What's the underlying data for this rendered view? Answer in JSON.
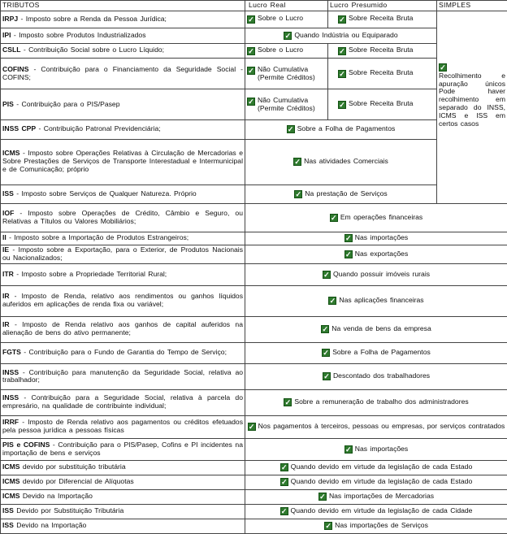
{
  "header": {
    "tributos": "TRIBUTOS",
    "lucro_real": "Lucro Real",
    "lucro_presumido": "Lucro Presumido",
    "simples": "SIMPLES"
  },
  "simples_note": "Recolhimento e apuração únicos Pode haver recolhimento em separado do INSS, ICMS e ISS em certos casos",
  "check_glyph": "✓",
  "rows": [
    {
      "code": "IRPJ",
      "desc": " - Imposto sobre a Renda da Pessoa Jurídica;",
      "real": "Sobre o Lucro",
      "presumido": "Sobre Receita Bruta"
    },
    {
      "code": "IPI",
      "desc": " - Imposto sobre Produtos Industrializados",
      "both": "Quando Indústria ou Equiparado"
    },
    {
      "code": "CSLL",
      "desc": " - Contribuição Social sobre o Lucro Líquido;",
      "real": "Sobre o Lucro",
      "presumido": "Sobre Receita Bruta"
    },
    {
      "code": "COFINS",
      "desc": " - Contribuição para o Financiamento da Seguridade Social - COFINS;",
      "real": "Não Cumulativa (Permite Créditos)",
      "presumido": "Sobre Receita Bruta"
    },
    {
      "code": "PIS",
      "desc": " - Contribuição para o PIS/Pasep",
      "real": "Não Cumulativa (Permite Créditos)",
      "presumido": "Sobre Receita Bruta"
    },
    {
      "code": "INSS CPP",
      "desc": " - Contribuição Patronal Previdenciária;",
      "both": "Sobre a Folha de Pagamentos"
    },
    {
      "code": "ICMS",
      "desc": " - Imposto sobre Operações Relativas à Circulação de Mercadorias e Sobre Prestações de Serviços de Transporte Interestadual e Intermunicipal e de Comunicação; próprio",
      "both": "Nas atividades Comerciais"
    },
    {
      "code": "ISS",
      "desc": " - Imposto sobre Serviços de Qualquer Natureza. Próprio",
      "both": "Na prestação de Serviços"
    },
    {
      "code": "IOF",
      "desc": " - Imposto sobre Operações de Crédito, Câmbio e Seguro, ou Relativas a Títulos ou Valores Mobiliários;",
      "all": "Em operações financeiras"
    },
    {
      "code": "II",
      "desc": " - Imposto sobre a Importação de Produtos Estrangeiros;",
      "all": "Nas importações"
    },
    {
      "code": "IE",
      "desc": " - Imposto sobre a Exportação, para o Exterior, de Produtos Nacionais ou Nacionalizados;",
      "all": "Nas exportações"
    },
    {
      "code": "ITR",
      "desc": " - Imposto sobre a Propriedade Territorial Rural;",
      "all": "Quando possuir imóveis rurais"
    },
    {
      "code": "IR",
      "desc": " - Imposto de Renda, relativo aos rendimentos ou ganhos líquidos auferidos em aplicações de renda fixa ou variável;",
      "all": "Nas aplicações financeiras"
    },
    {
      "code": "IR",
      "desc": " - Imposto de Renda relativo aos ganhos de capital auferidos na alienação de bens do ativo permanente;",
      "all": "Na venda de bens da empresa"
    },
    {
      "code": "FGTS",
      "desc": " - Contribuição para o Fundo de Garantia do Tempo de Serviço;",
      "all": "Sobre a Folha de Pagamentos"
    },
    {
      "code": "INSS",
      "desc": " - Contribuição para manutenção da Seguridade Social, relativa ao trabalhador;",
      "all": "Descontado dos trabalhadores"
    },
    {
      "code": "INSS",
      "desc": " - Contribuição para a Seguridade Social, relativa à parcela do empresário, na qualidade de contribuinte individual;",
      "all": "Sobre a remuneração de trabalho dos administradores"
    },
    {
      "code": "IRRF",
      "desc": " - Imposto de Renda relativo aos pagamentos ou créditos efetuados pela pessoa jurídica a pessoas físicas",
      "all": "Nos pagamentos à terceiros, pessoas ou empresas, por serviços contratados"
    },
    {
      "code": "PIS e COFINS",
      "desc": " - Contribuição para o PIS/Pasep, Cofins e PI incidentes na importação de bens e serviços",
      "all": "Nas importações"
    },
    {
      "code": "ICMS",
      "desc": " devido por substituição tributária",
      "all": "Quando devido em virtude da legislação de cada Estado"
    },
    {
      "code": "ICMS",
      "desc": " devido por Diferencial de Alíquotas",
      "all": "Quando devido em virtude da legislação de cada Estado"
    },
    {
      "code": "ICMS",
      "desc": " Devido na Importação",
      "all": "Nas importações de Mercadorias"
    },
    {
      "code": "ISS",
      "desc": " Devido por Substituição Tributária",
      "all": "Quando devido em virtude da legislação de cada Cidade"
    },
    {
      "code": "ISS",
      "desc": " Devido na Importação",
      "all": "Nas importações de Serviços"
    }
  ]
}
